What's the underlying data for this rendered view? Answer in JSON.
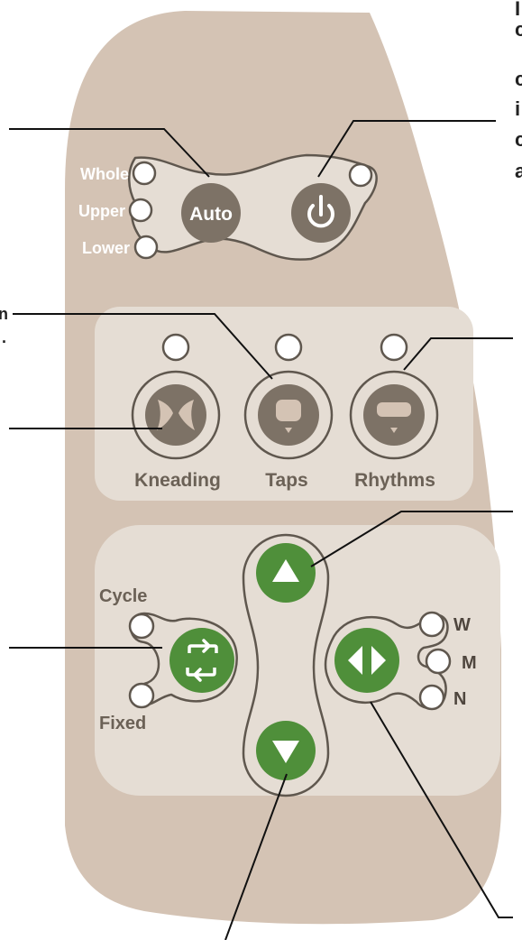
{
  "remote": {
    "colors": {
      "body": "#d4c3b4",
      "panel": "#e5ddd4",
      "button_dark": "#7d7266",
      "button_green": "#4f8f3a",
      "led_fill": "#ffffff",
      "led_stroke": "#5f574e",
      "leader_line": "#111111"
    },
    "auto_section": {
      "mode_labels": [
        "Whole",
        "Upper",
        "Lower"
      ],
      "auto_label": "Auto",
      "power_icon": "power-icon"
    },
    "massage_section": {
      "buttons": [
        {
          "label": "Kneading",
          "icon": "kneading-hands-icon"
        },
        {
          "label": "Taps",
          "icon": "fist-tap-icon"
        },
        {
          "label": "Rhythms",
          "icon": "flat-hand-icon"
        }
      ]
    },
    "movement_section": {
      "cycle_label": "Cycle",
      "fixed_label": "Fixed",
      "cycle_icon": "cycle-arrows-icon",
      "up_icon": "up-arrow-icon",
      "down_icon": "down-arrow-icon",
      "width_icon": "left-right-arrows-icon",
      "width_labels": [
        "W",
        "M",
        "N"
      ]
    },
    "edge_fragments": {
      "left_top": "n",
      "left_dot": ".",
      "right_lines": [
        "I",
        "c",
        "c",
        "i",
        "c",
        "a"
      ]
    }
  }
}
